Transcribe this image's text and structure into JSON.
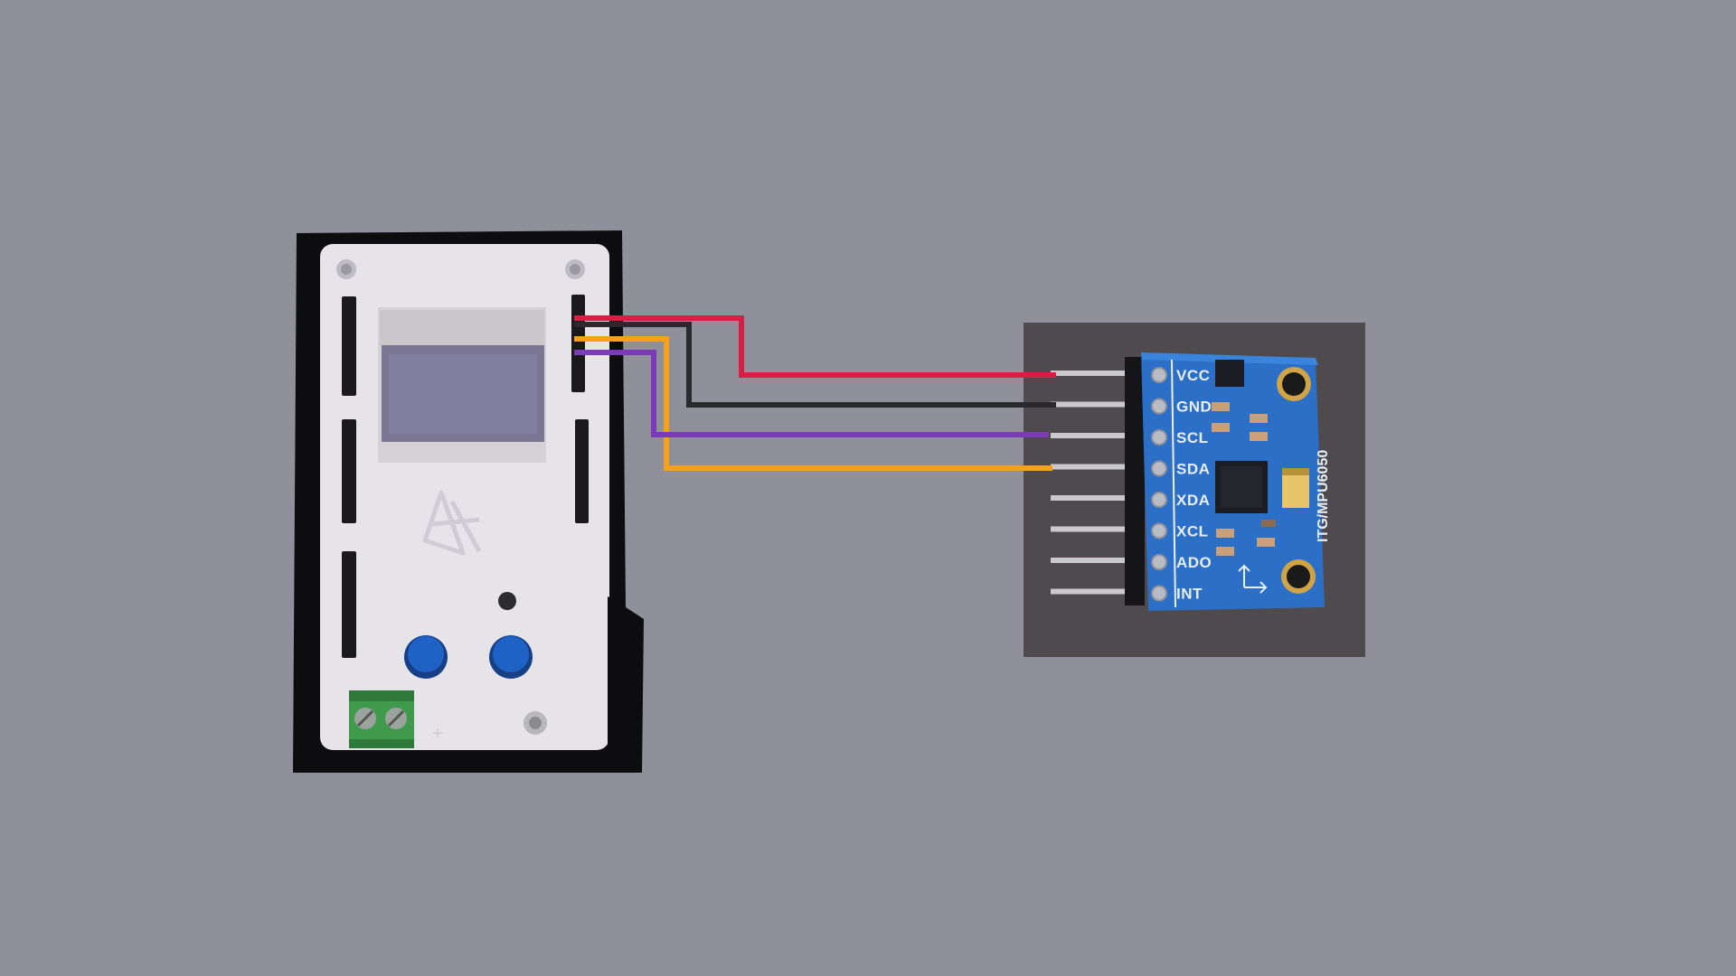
{
  "diagram": {
    "colors": {
      "background": "#8f9099",
      "wire_vcc": "#d81e45",
      "wire_gnd": "#2a2a2e",
      "wire_scl": "#7b3ab8",
      "wire_sda": "#f5a21a",
      "module_pcb": "#2c6fc6",
      "button": "#1f62c6",
      "terminal": "#3f9a4c"
    },
    "controller": {
      "name": "controller-board",
      "icons": [
        "logo-icon",
        "button-icon",
        "terminal-block-icon",
        "oled-screen-icon"
      ]
    },
    "sensor": {
      "chip_label": "ITG/MPU6050",
      "pins": [
        "VCC",
        "GND",
        "SCL",
        "SDA",
        "XDA",
        "XCL",
        "ADO",
        "INT"
      ]
    },
    "connections": [
      {
        "from": "controller",
        "to": "VCC",
        "color": "#d81e45"
      },
      {
        "from": "controller",
        "to": "GND",
        "color": "#2a2a2e"
      },
      {
        "from": "controller",
        "to": "SCL",
        "color": "#7b3ab8"
      },
      {
        "from": "controller",
        "to": "SDA",
        "color": "#f5a21a"
      }
    ]
  }
}
